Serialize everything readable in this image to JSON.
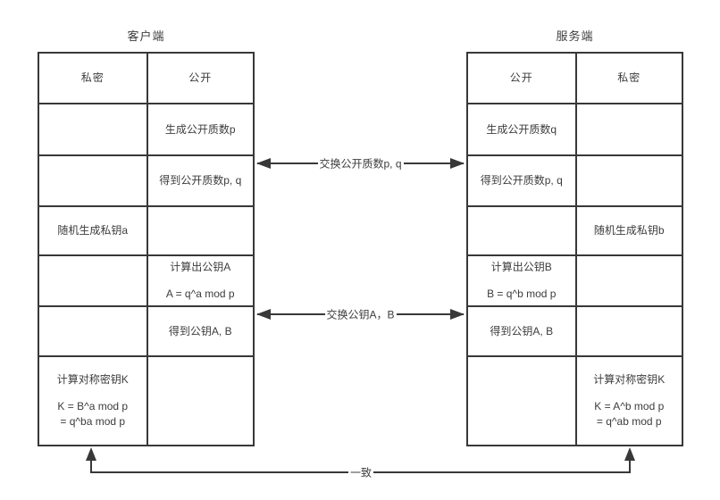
{
  "client": {
    "title": "客户端",
    "headers": {
      "col1": "私密",
      "col2": "公开"
    },
    "rows": [
      {
        "col1": [],
        "col2": [
          "生成公开质数p"
        ]
      },
      {
        "col1": [],
        "col2": [
          "得到公开质数p, q"
        ]
      },
      {
        "col1": [
          "随机生成私钥a"
        ],
        "col2": []
      },
      {
        "col1": [],
        "col2": [
          "计算出公钥A",
          "A = q^a mod p"
        ]
      },
      {
        "col1": [],
        "col2": [
          "得到公钥A, B"
        ]
      },
      {
        "col1": [
          "计算对称密钥K",
          "K = B^a mod p",
          "= q^ba mod p"
        ],
        "col2": []
      }
    ]
  },
  "server": {
    "title": "服务端",
    "headers": {
      "col1": "公开",
      "col2": "私密"
    },
    "rows": [
      {
        "col1": [
          "生成公开质数q"
        ],
        "col2": []
      },
      {
        "col1": [
          "得到公开质数p, q"
        ],
        "col2": []
      },
      {
        "col1": [],
        "col2": [
          "随机生成私钥b"
        ]
      },
      {
        "col1": [
          "计算出公钥B",
          "B = q^b mod p"
        ],
        "col2": []
      },
      {
        "col1": [
          "得到公钥A, B"
        ],
        "col2": []
      },
      {
        "col1": [],
        "col2": [
          "计算对称密钥K",
          "K = A^b mod p",
          "= q^ab mod p"
        ]
      }
    ]
  },
  "arrows": {
    "exchange_primes": "交换公开质数p, q",
    "exchange_keys": "交换公钥A，B",
    "consistent": "一致"
  },
  "colors": {
    "line": "#383838",
    "text": "#3c3c3c",
    "background": "#ffffff"
  }
}
